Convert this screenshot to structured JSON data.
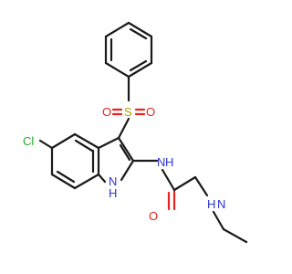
{
  "diagram": {
    "type": "chemical-structure",
    "colors": {
      "bond": "#1a1a1a",
      "oxygen": "#e8221d",
      "nitrogen": "#2a35d6",
      "sulfur": "#b3a300",
      "chlorine": "#1fae1f",
      "background": "#ffffff"
    },
    "atom_labels": {
      "o_sulfonyl_left": "O",
      "o_sulfonyl_right": "O",
      "s_sulfonyl": "S",
      "cl": "Cl",
      "n_amide": "N",
      "h_amide": "H",
      "n_indole": "N",
      "h_indole": "H",
      "o_carbonyl": "O",
      "n_amine": "N",
      "h_amine": "H"
    }
  }
}
